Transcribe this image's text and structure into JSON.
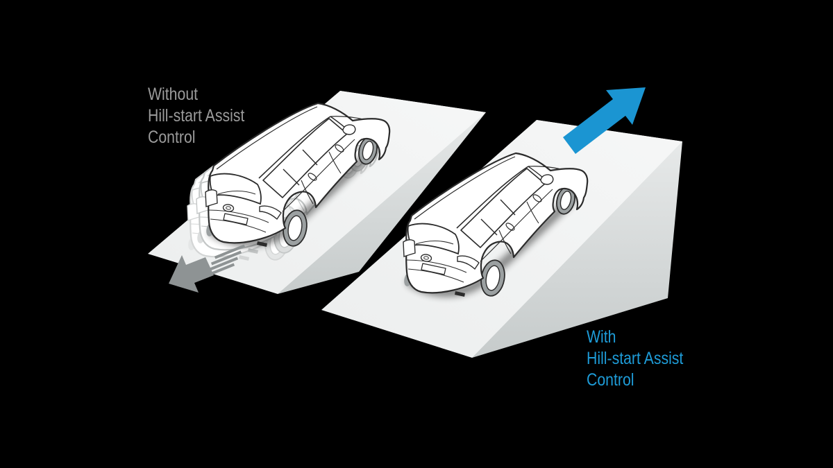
{
  "diagram": {
    "title_visible_text": null,
    "labels": {
      "without": {
        "lines": [
          "Without",
          "Hill-start Assist",
          "Control"
        ],
        "color": "#9b9b9b"
      },
      "with": {
        "lines": [
          "With",
          "Hill-start Assist",
          "Control"
        ],
        "color": "#1e9cd8"
      }
    },
    "icons": {
      "rollback_arrow": {
        "name": "rollback-arrow-icon",
        "direction": "down-left",
        "color": "#8e9394"
      },
      "forward_arrow": {
        "name": "forward-arrow-icon",
        "direction": "up-right",
        "color": "#1b95d2"
      }
    },
    "scene": {
      "left_ramp": "slope with car rolling back (ghost outlines behind car)",
      "right_ramp": "slope with car held in place, moving forward",
      "colors": {
        "background": "#000000",
        "ramp_top": "#f3f4f4",
        "ramp_side": "#cdd1d1",
        "car_line": "#2b2b2b",
        "ghost_line": "#c9cbcb",
        "tire": "#9ba0a1"
      }
    }
  }
}
